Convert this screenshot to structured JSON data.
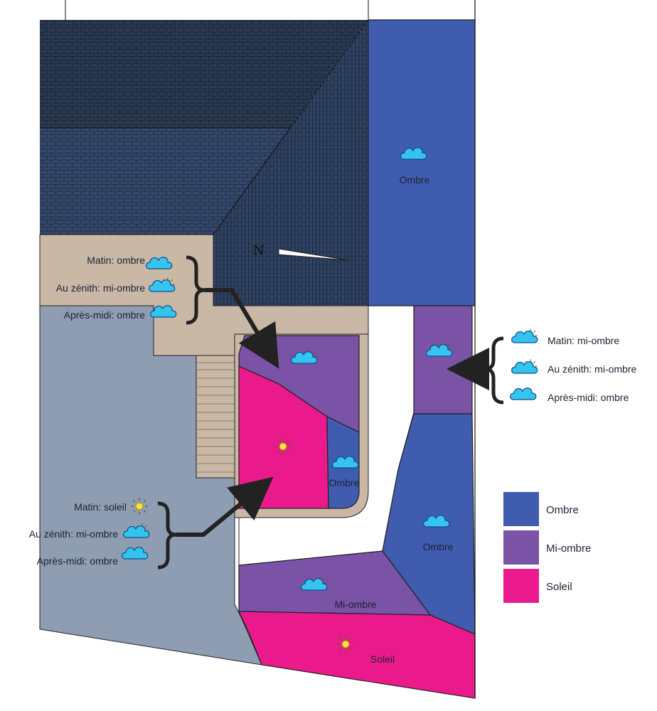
{
  "colors": {
    "ombre": "#3f5cae",
    "mi_ombre": "#7a52a6",
    "soleil": "#ea1a8c",
    "sidewalk": "#c9b8a6",
    "lawn": "#8e9db1",
    "roof_dark": "#2b3a50",
    "roof_mid": "#34486a",
    "cloud": "#35c3f0",
    "sun": "#f7e13a"
  },
  "zones": {
    "north_strip": "Ombre",
    "bed_small": "Ombre",
    "right_lower": "Ombre",
    "bottom_mid": "Mi-ombre",
    "bottom": "Soleil"
  },
  "callouts": {
    "top": [
      {
        "text": "Matin: ombre",
        "icon": "cloud-icon"
      },
      {
        "text": "Au zénith: mi-ombre",
        "icon": "cloud-sun-icon"
      },
      {
        "text": "Après-midi: ombre",
        "icon": "cloud-icon"
      }
    ],
    "right": [
      {
        "text": "Matin: mi-ombre",
        "icon": "cloud-sun-icon"
      },
      {
        "text": "Au zénith: mi-ombre",
        "icon": "cloud-sun-icon"
      },
      {
        "text": "Après-midi: ombre",
        "icon": "cloud-icon"
      }
    ],
    "left": [
      {
        "text": "Matin: soleil",
        "icon": "sun-icon"
      },
      {
        "text": "Au zénith: mi-ombre",
        "icon": "cloud-sun-icon"
      },
      {
        "text": "Après-midi: ombre",
        "icon": "cloud-icon"
      }
    ]
  },
  "compass": "N",
  "legend": [
    {
      "label": "Ombre",
      "color": "#3f5cae"
    },
    {
      "label": "Mi-ombre",
      "color": "#7a52a6"
    },
    {
      "label": "Soleil",
      "color": "#ea1a8c"
    }
  ]
}
